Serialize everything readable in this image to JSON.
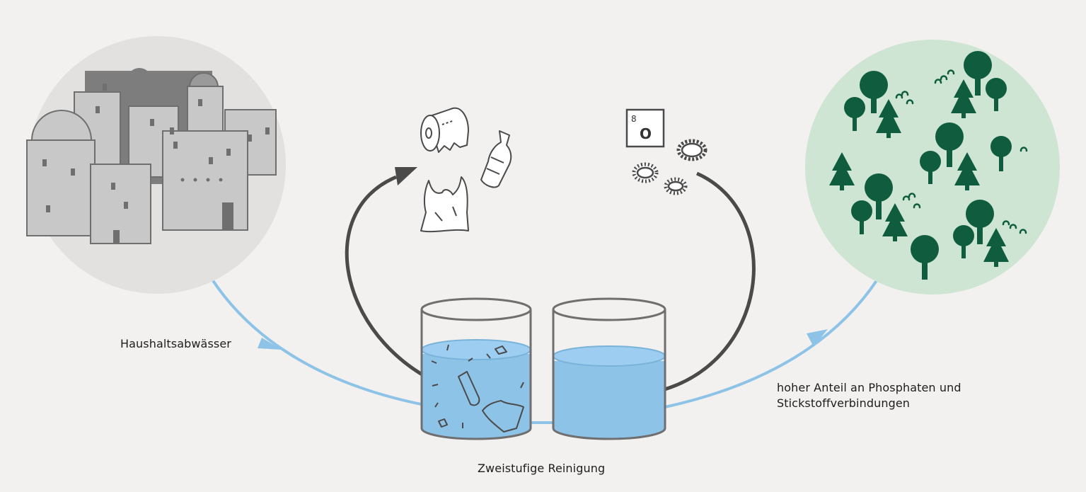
{
  "labels": {
    "inflow": "Haushaltsabwässer",
    "treatment": "Zweistufige Reinigung",
    "outflow_line1": "hoher Anteil an Phosphaten und",
    "outflow_line2": "Stickstoffverbindungen"
  },
  "element_box": {
    "number": "8",
    "symbol": "O"
  },
  "colors": {
    "background": "#f3f1ef",
    "city_circle": "#e2e1df",
    "building_light": "#c8c8c8",
    "building_dark": "#7d7d7d",
    "outline": "#6f6f6f",
    "nature_circle": "#cde5d2",
    "tree": "#0f5c3e",
    "water": "#8ec3e8",
    "flow_arrow": "#8ec3e8",
    "cycle_arrow": "#4a4a4a"
  }
}
